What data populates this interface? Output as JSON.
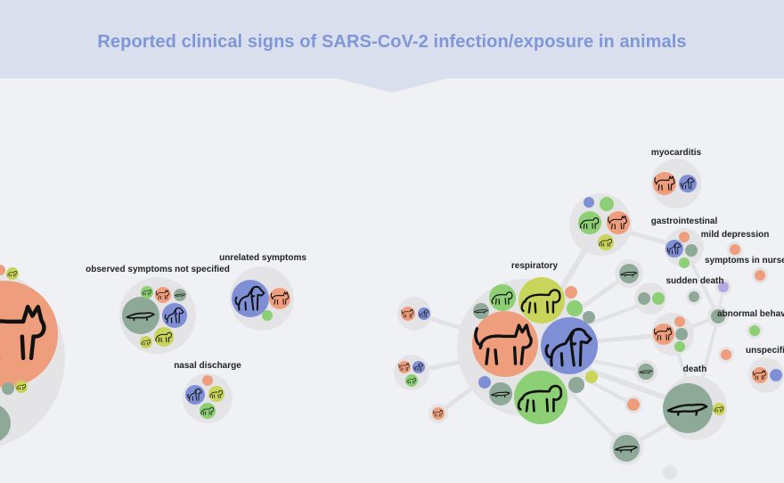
{
  "title": "Reported clinical signs of SARS-CoV-2 infection/exposure in animals",
  "colors": {
    "cat": "#ee9e7c",
    "dog": "#7f8fd6",
    "mink": "#8fa999",
    "lion": "#c8d45a",
    "tiger": "#8ccf74",
    "ferret": "#b7a9e4",
    "cluster": "#e4e4e6",
    "link": "#e2e2e4",
    "header": "#dadfed"
  },
  "labels": {
    "observed": "observed symptoms not specified",
    "unrelated": "unrelated symptoms",
    "nasal": "nasal discharge",
    "respiratory": "respiratory",
    "myocarditis": "myocarditis",
    "gastro": "gastrointestinal",
    "mild": "mild depression",
    "nursed": "symptoms in nursec",
    "sudden": "sudden death",
    "abnormal": "abnormal behavi",
    "unspec": "unspecifi",
    "death": "death"
  }
}
